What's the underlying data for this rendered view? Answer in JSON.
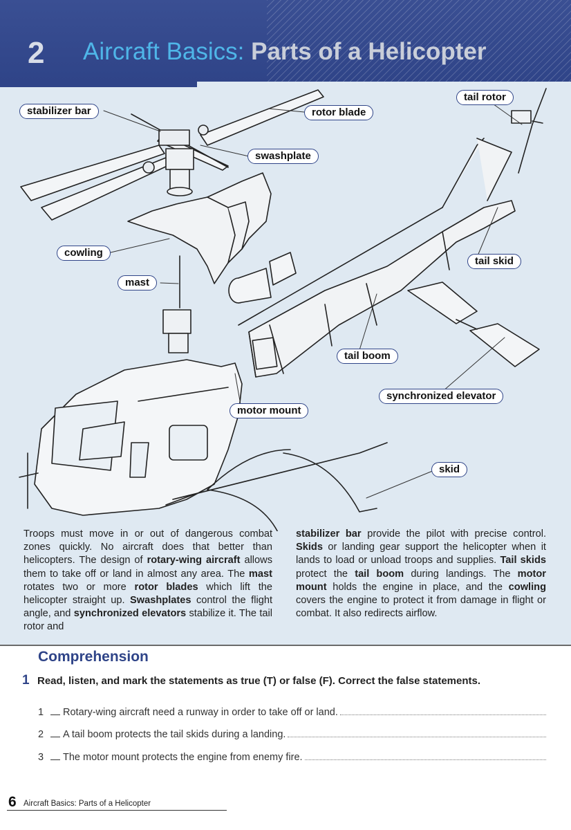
{
  "header": {
    "unit_number": "2",
    "title_part1": "Aircraft Basics:",
    "title_part2": "Parts of a Helicopter"
  },
  "labels": {
    "stabilizer_bar": "stabilizer bar",
    "rotor_blade": "rotor blade",
    "tail_rotor": "tail rotor",
    "swashplate": "swashplate",
    "cowling": "cowling",
    "mast": "mast",
    "tail_skid": "tail skid",
    "tail_boom": "tail boom",
    "synchronized_elevator": "synchronized elevator",
    "motor_mount": "motor mount",
    "skid": "skid"
  },
  "reading": {
    "left": [
      {
        "t": "Troops must move in or out of dangerous combat zones quickly. No aircraft does that better than helicopters. The design of "
      },
      {
        "t": "rotary-wing aircraft",
        "b": true
      },
      {
        "t": " allows them to take off or land in almost any area. The "
      },
      {
        "t": "mast",
        "b": true
      },
      {
        "t": " rotates two or more "
      },
      {
        "t": "rotor blades",
        "b": true
      },
      {
        "t": " which lift the helicopter straight up. "
      },
      {
        "t": "Swashplates",
        "b": true
      },
      {
        "t": " control the flight angle, and "
      },
      {
        "t": "synchronized elevators",
        "b": true
      },
      {
        "t": " stabilize it. The tail rotor and"
      }
    ],
    "right": [
      {
        "t": "stabilizer bar",
        "b": true
      },
      {
        "t": " provide the pilot with precise control. "
      },
      {
        "t": "Skids",
        "b": true
      },
      {
        "t": " or landing gear support the helicopter when it lands to load or unload troops and supplies. "
      },
      {
        "t": "Tail skids",
        "b": true
      },
      {
        "t": " protect the "
      },
      {
        "t": "tail boom",
        "b": true
      },
      {
        "t": " during landings. The "
      },
      {
        "t": "motor mount",
        "b": true
      },
      {
        "t": " holds the engine in place, and the "
      },
      {
        "t": "cowling",
        "b": true
      },
      {
        "t": " covers the engine to protect it from damage in flight or combat. It also redirects airflow."
      }
    ]
  },
  "comprehension": {
    "title": "Comprehension",
    "exercise_number": "1",
    "instruction": "Read, listen, and mark the statements as true (T) or false (F). Correct the false statements.",
    "statements": [
      {
        "num": "1",
        "text": "Rotary-wing aircraft need a runway in order to take off or land."
      },
      {
        "num": "2",
        "text": "A tail boom protects the tail skids during a landing."
      },
      {
        "num": "3",
        "text": "The motor mount protects the engine from enemy fire."
      }
    ]
  },
  "footer": {
    "page_number": "6",
    "text": "Aircraft Basics: Parts of a Helicopter"
  },
  "colors": {
    "header_bg": "#2f4488",
    "title_blue": "#4fb6e8",
    "panel_bg": "#dfe9f2",
    "accent": "#2f4488"
  }
}
